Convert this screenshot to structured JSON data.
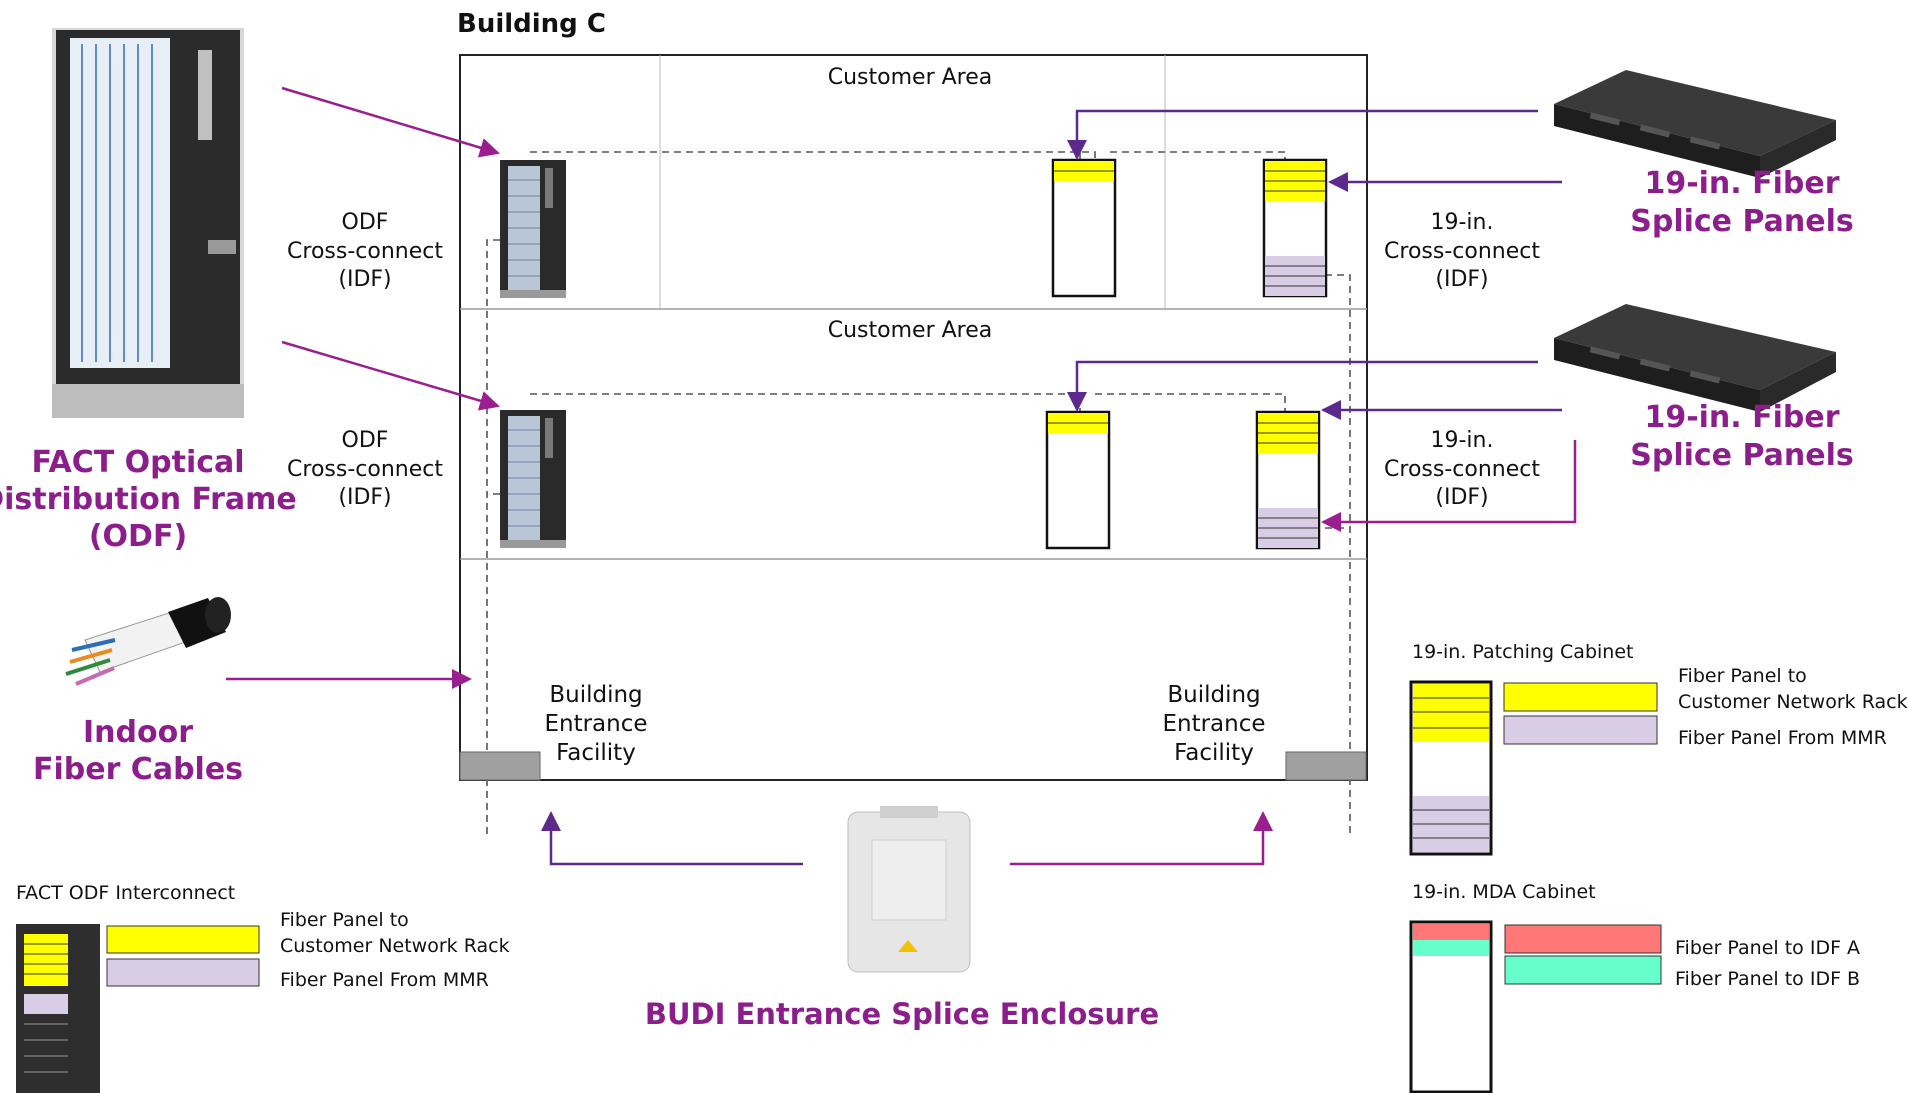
{
  "building": {
    "title": "Building C"
  },
  "floors": [
    {
      "area_label": "Customer Area"
    },
    {
      "area_label": "Customer Area"
    }
  ],
  "odf_label": [
    "ODF",
    "Cross-connect",
    "(IDF)"
  ],
  "idf19_label": [
    "19-in.",
    "Cross-connect",
    "(IDF)"
  ],
  "entrance_facility": [
    "Building",
    "Entrance",
    "Facility"
  ],
  "callouts": {
    "odf_frame": [
      "FACT Optical",
      "Distribution Frame",
      "(ODF)"
    ],
    "fiber_cables": [
      "Indoor",
      "Fiber Cables"
    ],
    "splice_panels_1": [
      "19-in. Fiber",
      "Splice Panels"
    ],
    "splice_panels_2": [
      "19-in. Fiber",
      "Splice Panels"
    ],
    "enclosure": "BUDI Entrance Splice Enclosure"
  },
  "legend_odf": {
    "title": "FACT ODF Interconnect",
    "items": [
      "Fiber Panel to",
      "Customer Network Rack",
      "Fiber Panel From MMR"
    ]
  },
  "legend_patching": {
    "title": "19-in. Patching Cabinet",
    "items": [
      "Fiber Panel to",
      "Customer Network Rack",
      "Fiber Panel From MMR"
    ]
  },
  "legend_mda": {
    "title": "19-in. MDA Cabinet",
    "items": [
      "Fiber Panel to IDF A",
      "Fiber Panel to IDF B"
    ]
  },
  "colors": {
    "purple_text": "#8c1e8c",
    "arrow_purple": "#5b2a8c",
    "arrow_magenta": "#9b1e8e",
    "yellow_panel": "#ffff00",
    "lavender_panel": "#d9cde6",
    "red_panel": "#ff7777",
    "teal_panel": "#66ffcc",
    "entrance_gray": "#a0a0a0"
  }
}
